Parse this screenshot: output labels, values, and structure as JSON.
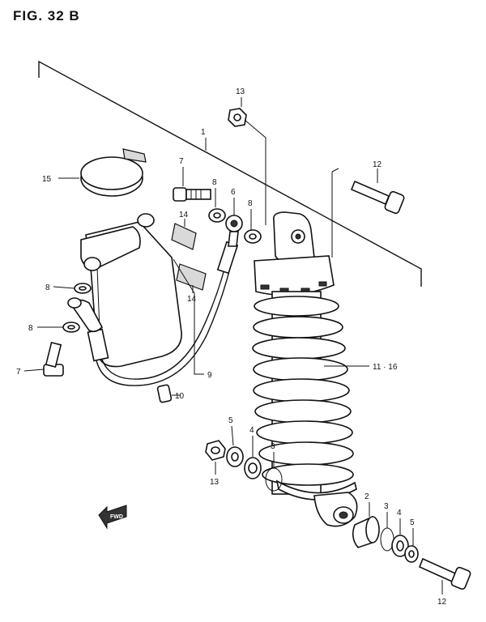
{
  "figure": {
    "title": "FIG. 32 B"
  },
  "callouts": {
    "c1": "1",
    "c2": "2",
    "c3a": "3",
    "c3b": "3",
    "c4a": "4",
    "c4b": "4",
    "c5a": "5",
    "c5b": "5",
    "c6": "6",
    "c7a": "7",
    "c7b": "7",
    "c8a": "8",
    "c8b": "8",
    "c8c": "8",
    "c8d": "8",
    "c9": "9",
    "c10": "10",
    "c11_16": "11 · 16",
    "c12a": "12",
    "c12b": "12",
    "c13a": "13",
    "c13b": "13",
    "c14a": "14",
    "c14b": "14",
    "c15": "15"
  },
  "direction_marker": {
    "label": "FWD",
    "icon": "forward-arrow-icon"
  }
}
